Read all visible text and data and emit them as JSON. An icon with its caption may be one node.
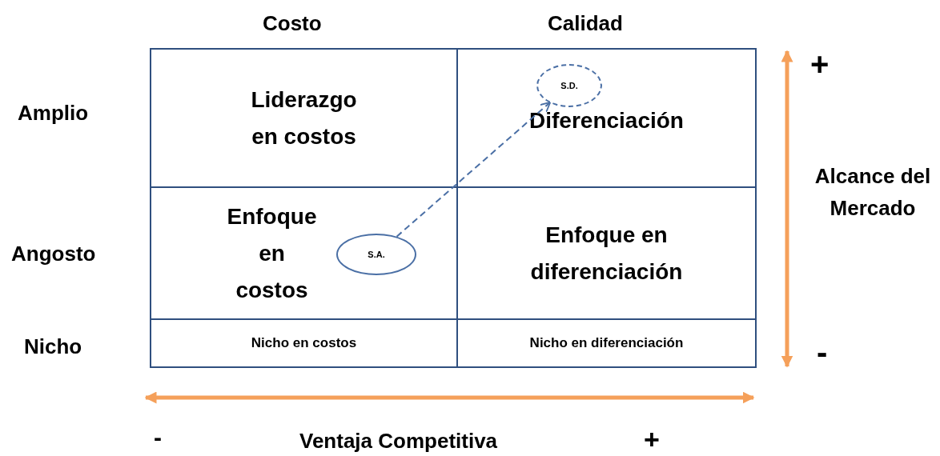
{
  "diagram": {
    "nodes": [
      {
        "text": [
          "Liderazgo en costos"
        ]
      },
      {
        "text": [
          "Diferenciación"
        ]
      },
      {
        "text": [
          "S.D."
        ],
        "in": 1
      },
      {
        "text": [
          "Enfoque en costos"
        ]
      },
      {
        "text": [
          "S.A."
        ],
        "in": 3
      },
      {
        "text": [
          "Enfoque en diferenciación"
        ]
      },
      {
        "text": [
          "Nicho en costos"
        ]
      },
      {
        "text": [
          "Nicho en diferenciación"
        ]
      }
    ],
    "edges": [
      {
        "from": 4,
        "to": 2,
        "arrow": "to",
        "style": "dashed"
      }
    ],
    "labels": [
      "Costo",
      "Calidad",
      "+",
      "Amplio",
      "Alcance del Mercado",
      "Angosto",
      "Nicho",
      "-",
      "-",
      "Ventaja Competitiva",
      "+"
    ]
  }
}
